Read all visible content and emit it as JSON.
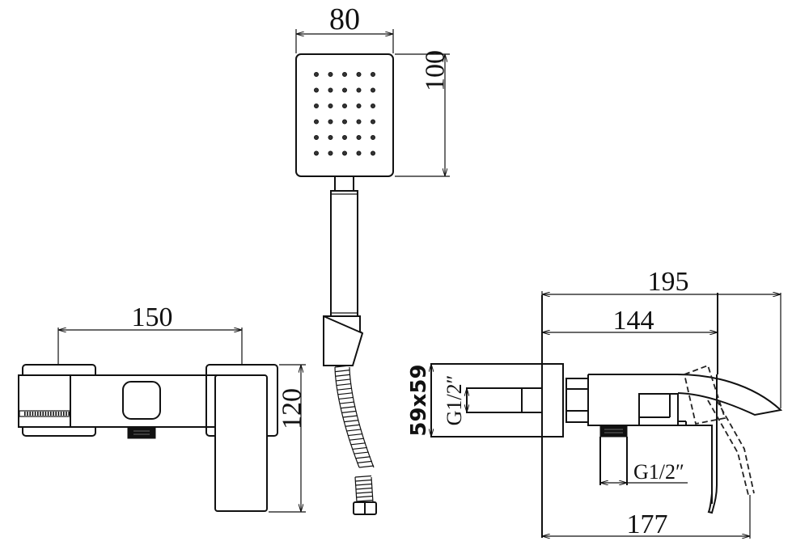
{
  "title": "Shower mixer technical drawing",
  "views": {
    "hand_shower": {
      "width_label": "80",
      "height_label": "100",
      "nozzle_rows": 6,
      "nozzle_cols": 5
    },
    "front_view": {
      "width_label": "150",
      "height_label": "120"
    },
    "side_view": {
      "overall_label": "195",
      "body_label": "144",
      "bottom_label": "177",
      "plate_label": "59x59",
      "inlet_thread_label": "G1/2″",
      "outlet_thread_label": "G1/2″"
    }
  },
  "colors": {
    "line": "#111111",
    "background": "#ffffff"
  }
}
